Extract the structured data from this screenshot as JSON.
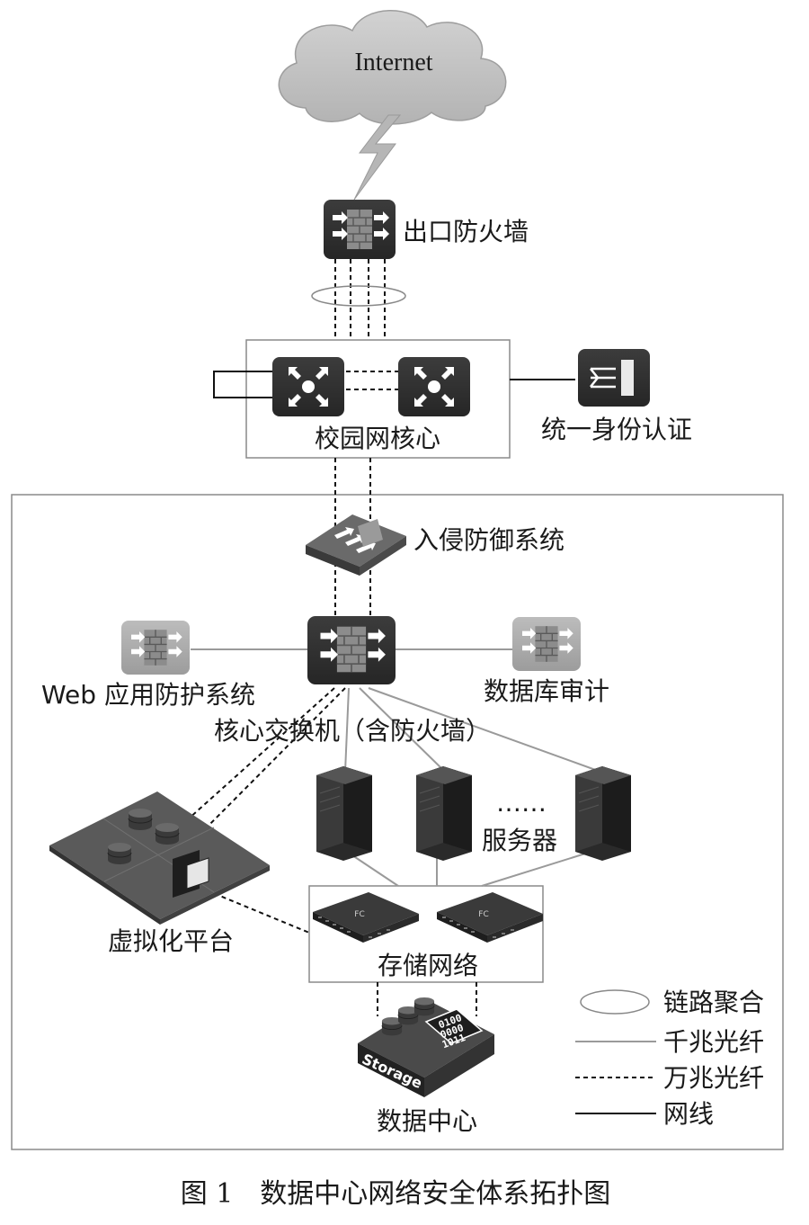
{
  "colors": {
    "device_dark": "#2f2f2f",
    "device_light": "#a8a8a8",
    "cloud": "#c4c4c4",
    "gigabit_line": "#9a9a9a",
    "cable_line": "#111111",
    "box_border": "#8a8a8a"
  },
  "nodes": {
    "internet": "Internet",
    "exit_firewall": "出口防火墙",
    "campus_core": "校园网核心",
    "identity_auth": "统一身份认证",
    "ips": "入侵防御系统",
    "waf": "Web 应用防护系统",
    "db_audit": "数据库审计",
    "core_switch": "核心交换机（含防火墙）",
    "servers": "服务器",
    "servers_ellipsis": "……",
    "virtualization": "虚拟化平台",
    "storage_network": "存储网络",
    "data_center": "数据中心"
  },
  "device_text": {
    "fc": "FC",
    "storage": "Storage",
    "binary_1": "0100",
    "binary_2": "0000",
    "binary_3": "1011"
  },
  "legend": {
    "link_aggregation": "链路聚合",
    "gigabit_fiber": "千兆光纤",
    "tengig_fiber": "万兆光纤",
    "cable": "网线"
  },
  "caption": "图 1　数据中心网络安全体系拓扑图",
  "icons": [
    "cloud-icon",
    "lightning-icon",
    "firewall-icon",
    "switch-icon",
    "auth-icon",
    "ips-icon",
    "server-icon",
    "fc-switch-icon",
    "storage-icon",
    "virtualization-icon"
  ]
}
